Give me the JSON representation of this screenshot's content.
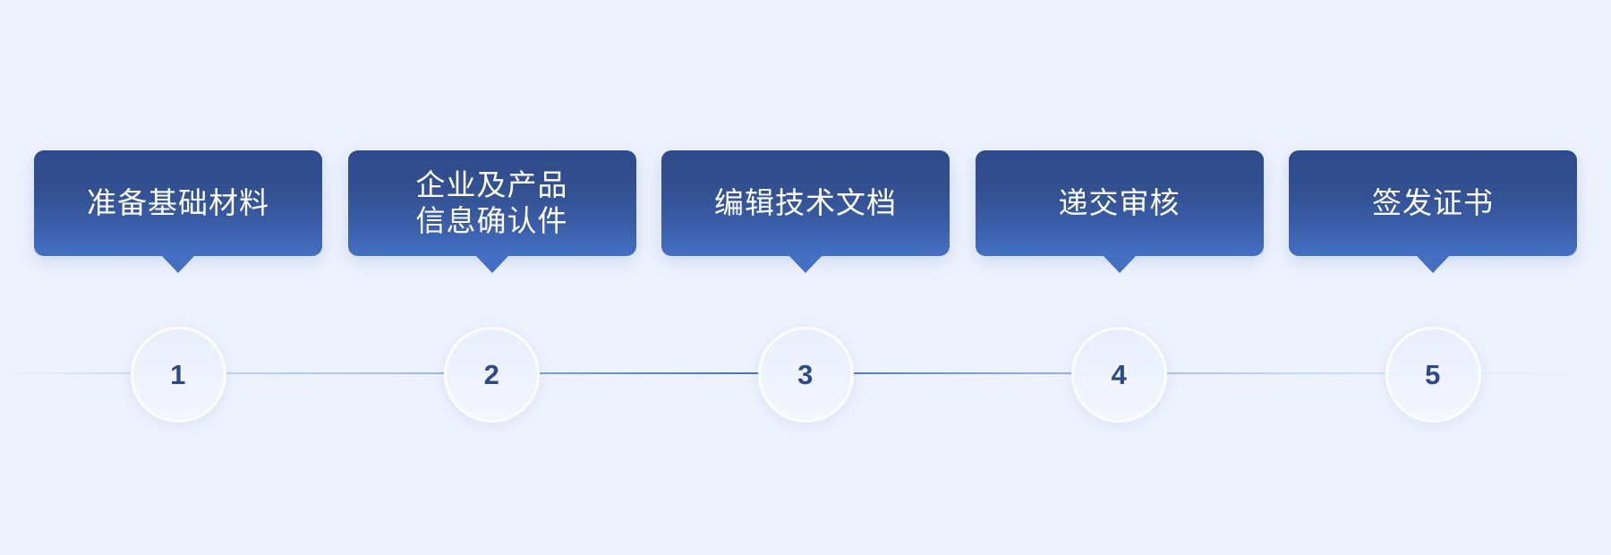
{
  "theme": {
    "background": "#eef2fd",
    "card_gradient_top": "#2e4a8c",
    "card_gradient_bottom": "#4470c4",
    "card_text_color": "#ffffff",
    "circle_fill": "#eff3fe",
    "circle_border": "#fdfeff",
    "number_color": "#2c4a86",
    "connector_color": "#4668b4"
  },
  "flow": {
    "orientation": "horizontal",
    "step_count": 5,
    "steps": [
      {
        "number": "1",
        "label": "准备基础材料"
      },
      {
        "number": "2",
        "label": "企业及产品\n信息确认件"
      },
      {
        "number": "3",
        "label": "编辑技术文档"
      },
      {
        "number": "4",
        "label": "递交审核"
      },
      {
        "number": "5",
        "label": "签发证书"
      }
    ]
  }
}
